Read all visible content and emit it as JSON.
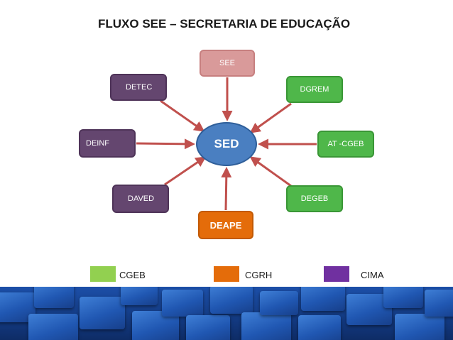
{
  "title": "FLUXO SEE – SECRETARIA DE EDUCAÇÃO",
  "center": "SED",
  "nodes": {
    "see": "SEE",
    "detec": "DETEC",
    "dgrem": "DGREM",
    "deinf": "DEINF",
    "at_cgeb": "AT -CGEB",
    "daved": "DAVED",
    "degeb": "DEGEB",
    "deape": "DEAPE"
  },
  "legend": [
    {
      "label": "CGEB",
      "color": "#92d050"
    },
    {
      "label": "CGRH",
      "color": "#e46c0a"
    },
    {
      "label": "CIMA",
      "color": "#7030a0"
    }
  ],
  "colors": {
    "arrow": "#c0504d",
    "center": "#4a7fc1",
    "green_nodes": "#4fb74a",
    "purple_nodes": "#64466f",
    "banner": "#1c4fa8"
  }
}
